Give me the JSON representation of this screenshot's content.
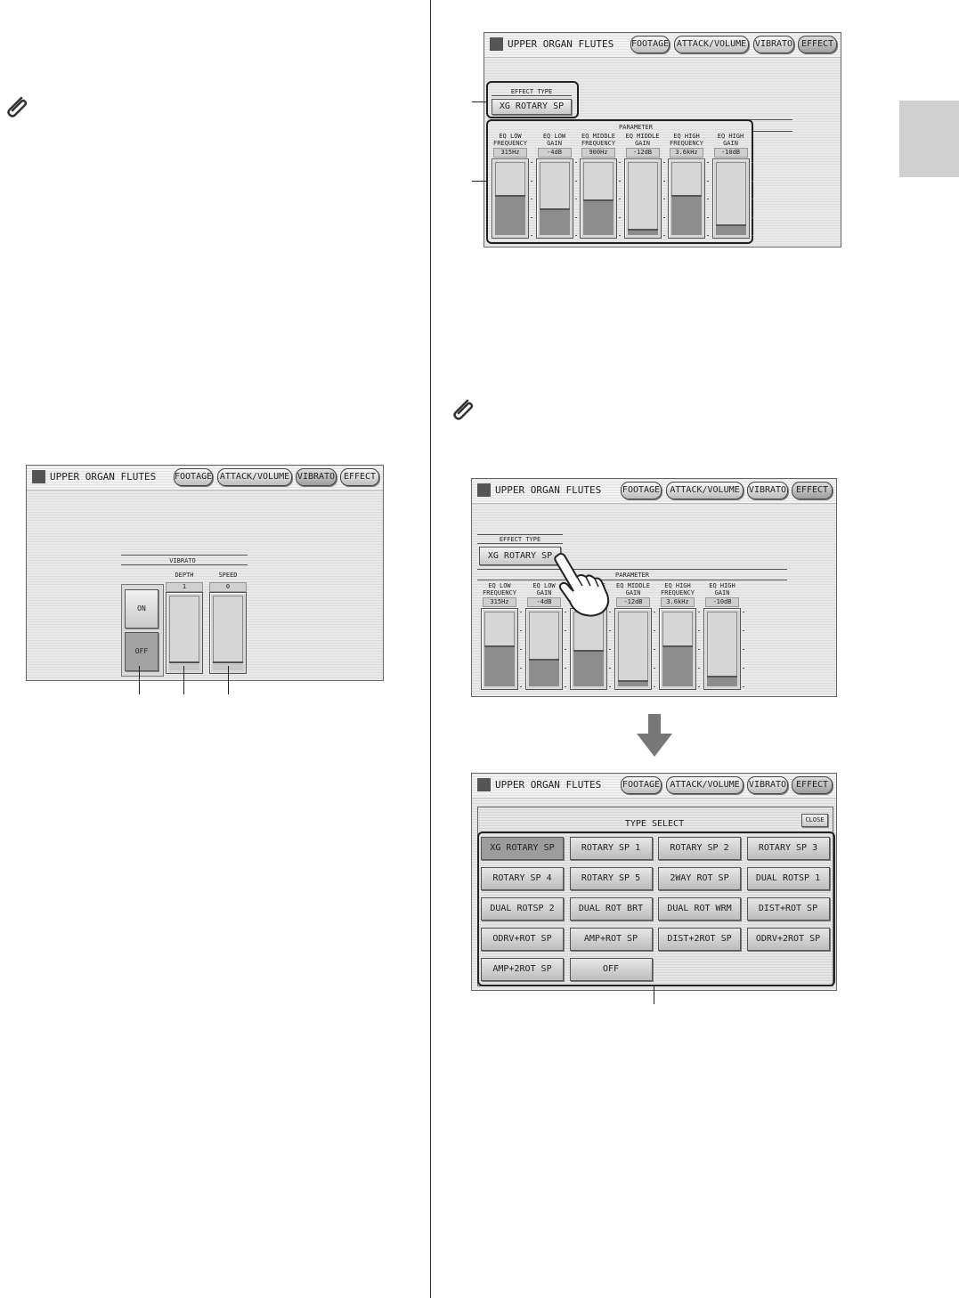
{
  "screen_title": "UPPER ORGAN FLUTES",
  "tabs": [
    "FOOTAGE",
    "ATTACK/VOLUME",
    "VIBRATO",
    "EFFECT"
  ],
  "vibrato_screen": {
    "section_label": "VIBRATO",
    "on_label": "ON",
    "off_label": "OFF",
    "depth_label": "DEPTH",
    "depth_value": "1",
    "speed_label": "SPEED",
    "speed_value": "0"
  },
  "effect_screen": {
    "effect_type_label": "EFFECT TYPE",
    "effect_type_value": "XG ROTARY SP",
    "parameter_label": "PARAMETER",
    "params": [
      {
        "l1": "EQ LOW",
        "l2": "FREQUENCY",
        "value": "315Hz",
        "level": 0.52
      },
      {
        "l1": "EQ LOW",
        "l2": "GAIN",
        "value": "-4dB",
        "level": 0.34
      },
      {
        "l1": "EQ MIDDLE",
        "l2": "FREQUENCY",
        "value": "900Hz",
        "level": 0.46
      },
      {
        "l1": "EQ MIDDLE",
        "l2": "GAIN",
        "value": "-12dB",
        "level": 0.06
      },
      {
        "l1": "EQ HIGH",
        "l2": "FREQUENCY",
        "value": "3.6kHz",
        "level": 0.52
      },
      {
        "l1": "EQ HIGH",
        "l2": "GAIN",
        "value": "-10dB",
        "level": 0.12
      }
    ]
  },
  "type_select": {
    "title": "TYPE SELECT",
    "close_label": "CLOSE",
    "items": [
      "XG ROTARY SP",
      "ROTARY SP 1",
      "ROTARY SP 2",
      "ROTARY SP 3",
      "ROTARY SP 4",
      "ROTARY SP 5",
      "2WAY ROT SP",
      "DUAL ROTSP 1",
      "DUAL ROTSP 2",
      "DUAL ROT BRT",
      "DUAL ROT WRM",
      "DIST+ROT SP",
      "ODRV+ROT SP",
      "AMP+ROT SP",
      "DIST+2ROT SP",
      "ODRV+2ROT SP",
      "AMP+2ROT SP",
      "OFF"
    ],
    "selected": "XG ROTARY SP"
  }
}
